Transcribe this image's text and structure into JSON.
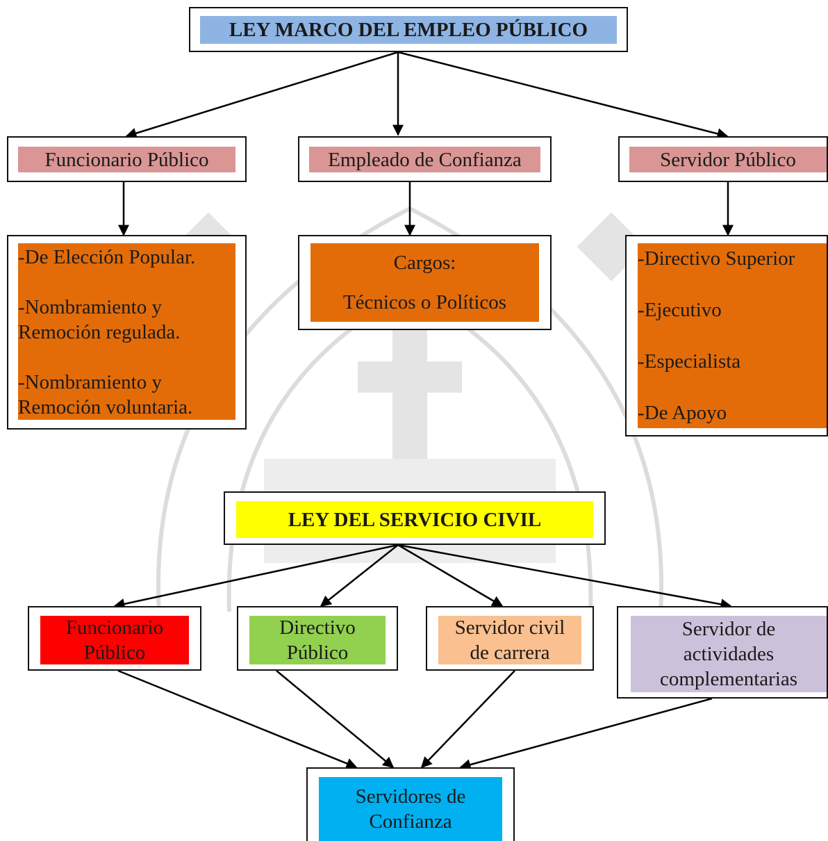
{
  "colors": {
    "title1_bg": "#8eb4e3",
    "pink": "#d99694",
    "orange": "#e36c09",
    "yellow": "#ffff00",
    "red": "#ff0000",
    "green": "#92d050",
    "peach": "#fac090",
    "lavender": "#ccc1da",
    "cyan": "#00b0f0",
    "watermark": "#dcdcdc"
  },
  "top": {
    "title": "LEY MARCO DEL EMPLEO PÚBLICO",
    "cat1": "Funcionario Público",
    "cat2": "Empleado de Confianza",
    "cat3": "Servidor Público",
    "det1": [
      "-De Elección Popular.",
      "-Nombramiento y",
      "Remoción regulada.",
      "-Nombramiento y",
      "Remoción voluntaria."
    ],
    "det2": [
      "Cargos:",
      "Técnicos o Políticos"
    ],
    "det3": [
      "-Directivo Superior",
      "-Ejecutivo",
      "-Especialista",
      "-De Apoyo"
    ]
  },
  "bottom": {
    "title": "LEY DEL SERVICIO CIVIL",
    "b1": [
      "Funcionario",
      "Público"
    ],
    "b2": [
      "Directivo",
      "Público"
    ],
    "b3": [
      "Servidor civil",
      "de carrera"
    ],
    "b4": [
      "Servidor de",
      "actividades",
      "complementarias"
    ],
    "final": [
      "Servidores de",
      "Confianza"
    ]
  }
}
